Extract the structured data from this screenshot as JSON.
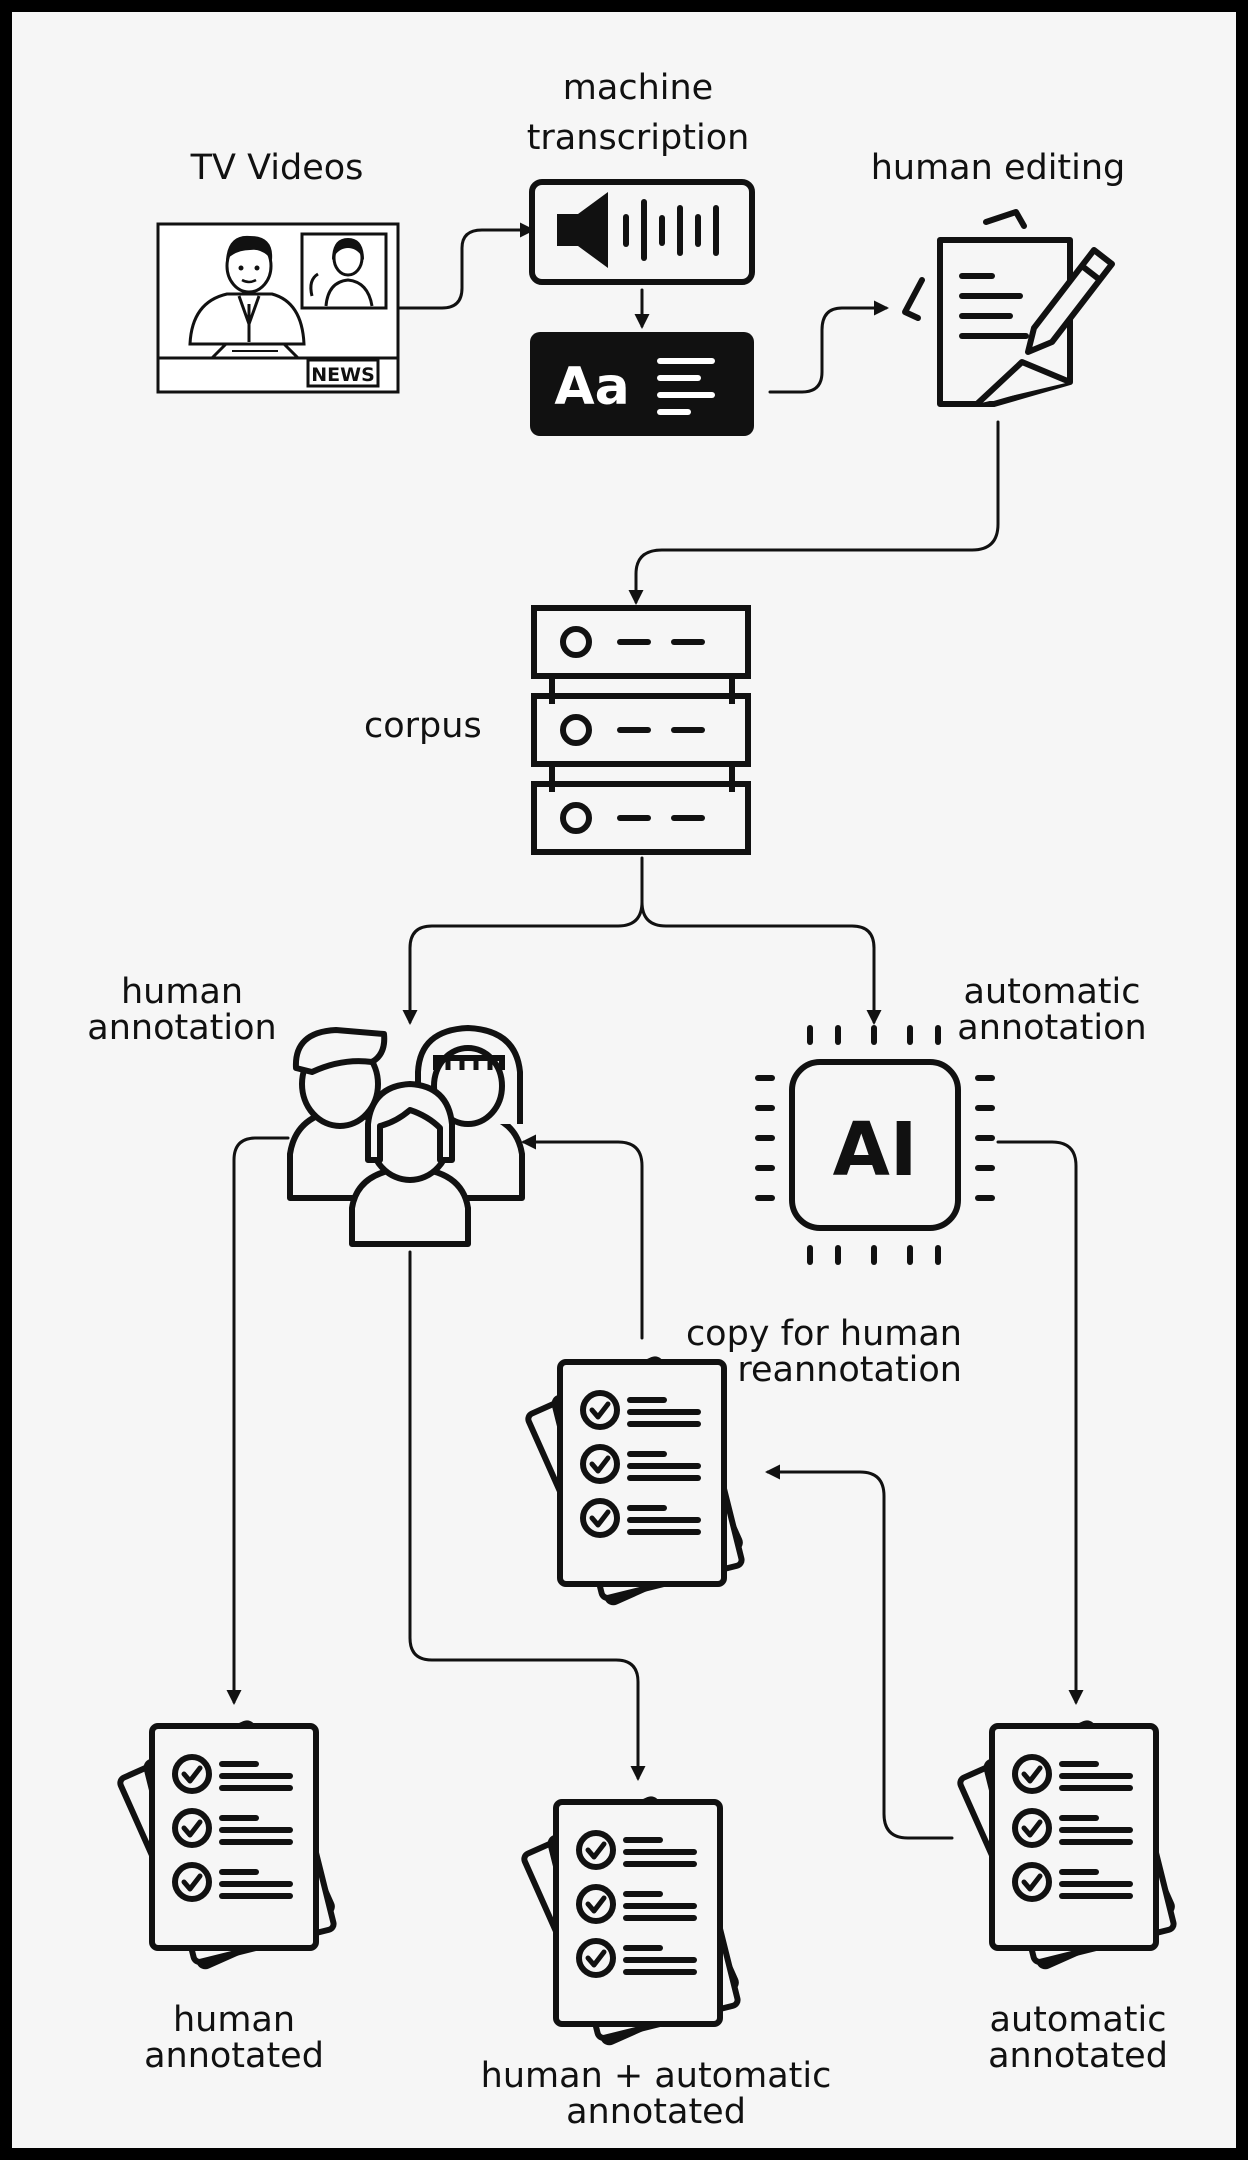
{
  "labels": {
    "tv_videos": "TV Videos",
    "machine_transcription_1": "machine",
    "machine_transcription_2": "transcription",
    "human_editing": "human editing",
    "corpus": "corpus",
    "human_annotation_1": "human",
    "human_annotation_2": "annotation",
    "automatic_annotation_1": "automatic",
    "automatic_annotation_2": "annotation",
    "copy_reannotation_1": "copy for human",
    "copy_reannotation_2": "reannotation",
    "human_annotated_1": "human",
    "human_annotated_2": "annotated",
    "mixed_annotated_1": "human + automatic",
    "mixed_annotated_2": "annotated",
    "automatic_annotated_1": "automatic",
    "automatic_annotated_2": "annotated"
  },
  "icon_text": {
    "news_badge": "NEWS",
    "text_block": "Aa",
    "ai_chip": "AI"
  },
  "colors": {
    "ink": "#111111",
    "background": "#f6f6f6"
  }
}
